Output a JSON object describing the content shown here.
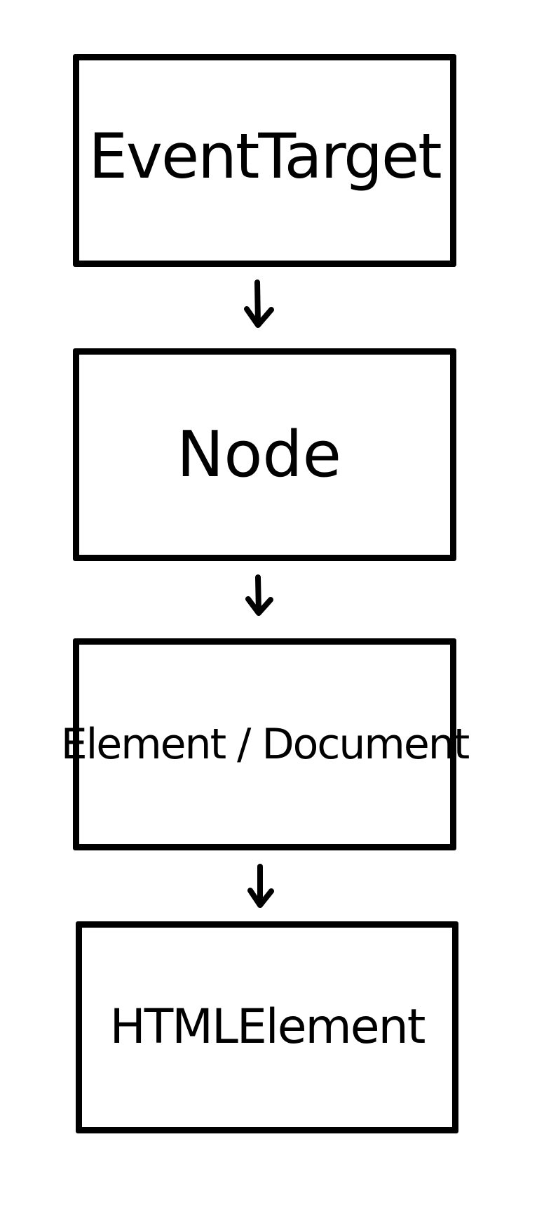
{
  "diagram": {
    "nodes": [
      {
        "id": "event-target",
        "label": "EventTarget"
      },
      {
        "id": "node",
        "label": "Node"
      },
      {
        "id": "element-document",
        "label": "Element / Document"
      },
      {
        "id": "html-element",
        "label": "HTMLElement"
      }
    ],
    "edges": [
      {
        "from": "event-target",
        "to": "node"
      },
      {
        "from": "node",
        "to": "element-document"
      },
      {
        "from": "element-document",
        "to": "html-element"
      }
    ],
    "colors": {
      "stroke": "#000000",
      "background": "#ffffff"
    }
  }
}
